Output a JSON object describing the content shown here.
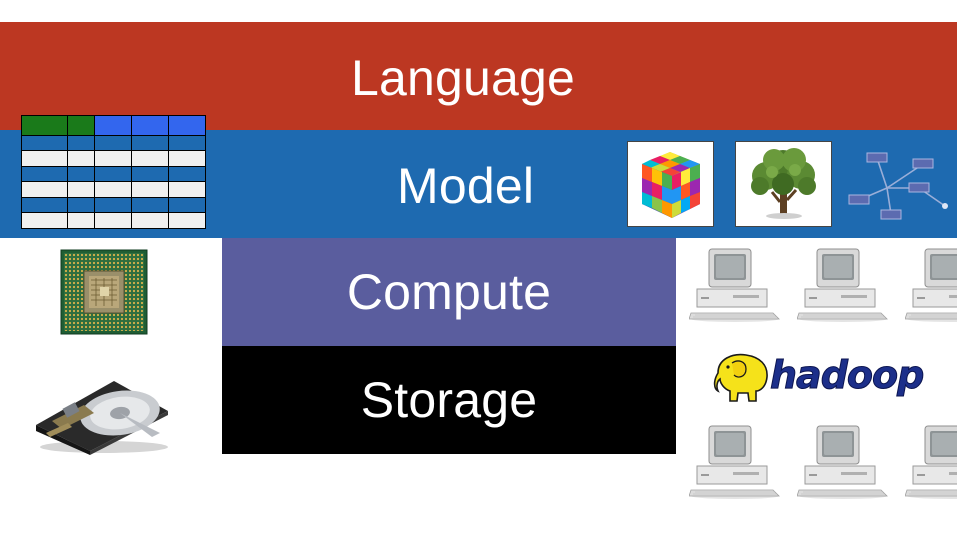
{
  "layers": {
    "language": "Language",
    "model": "Model",
    "compute": "Compute",
    "storage": "Storage"
  },
  "hadoop": {
    "wordmark": "hadoop"
  },
  "colors": {
    "language": "#bc3722",
    "model": "#1e6ab0",
    "compute": "#5a5d9e",
    "storage": "#000000",
    "table_green": "#1a7a1a",
    "table_blue": "#3366ee",
    "hadoop_yellow": "#f5e21a"
  },
  "icons": [
    "table-icon",
    "rubiks-cube-icon",
    "tree-icon",
    "network-graph-icon",
    "cpu-chip-icon",
    "hard-drive-icon",
    "desktop-computer-icon",
    "hadoop-elephant-logo"
  ]
}
